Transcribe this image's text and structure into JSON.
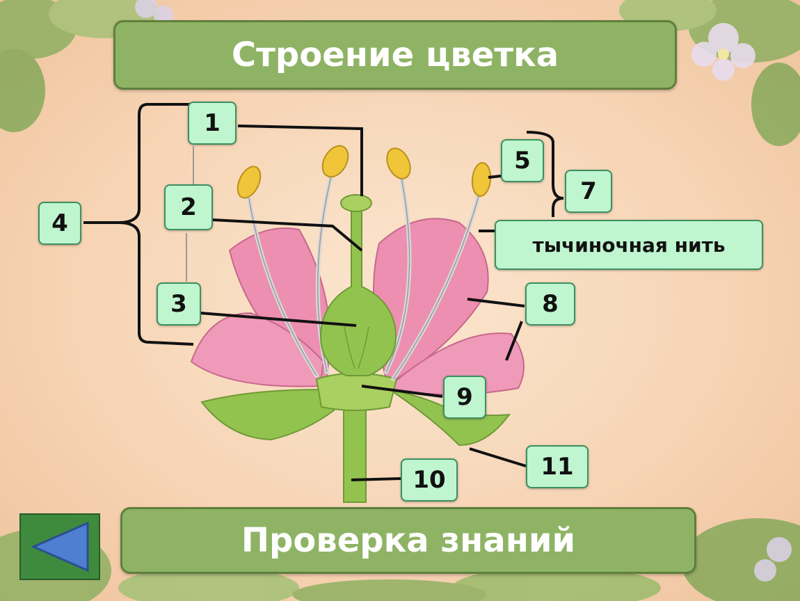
{
  "title": "Строение цветка",
  "check_button": "Проверка знаний",
  "back_button_icon": "triangle-left-icon",
  "labels": [
    "1",
    "2",
    "3",
    "4",
    "5",
    "7",
    "тычиночная нить",
    "8",
    "9",
    "10",
    "11"
  ],
  "colors": {
    "banner": "#8fb365",
    "label_bg": "#bff5cf",
    "label_border": "#3d8f5f",
    "petal": "#ec8fb0",
    "stem": "#93c34f",
    "anther": "#f0c53a",
    "back_button": "#3e8b3e"
  }
}
